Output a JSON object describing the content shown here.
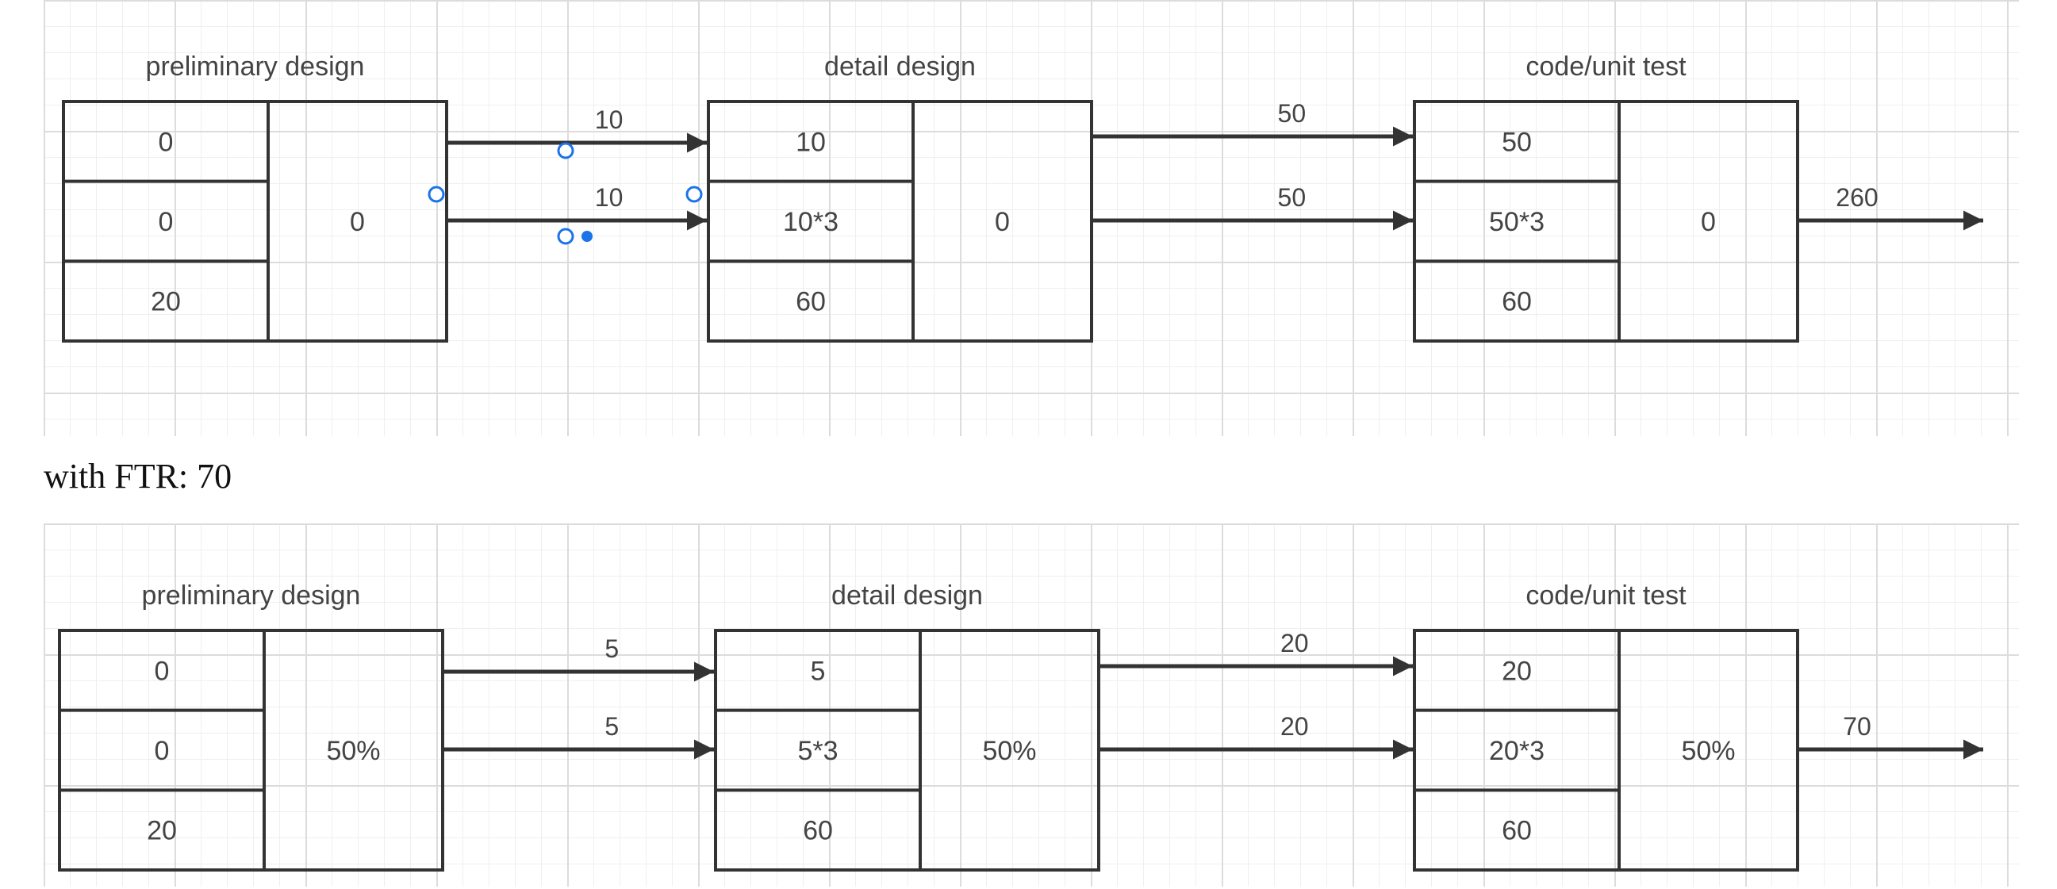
{
  "colors": {
    "stroke": "#333333",
    "text": "#444444",
    "selection": "#1a73e8"
  },
  "diagrams": [
    {
      "stages": [
        {
          "title": "preliminary design",
          "cells": [
            "0",
            "0",
            "20"
          ],
          "side": "0"
        },
        {
          "title": "detail design",
          "cells": [
            "10",
            "10*3",
            "60"
          ],
          "side": "0"
        },
        {
          "title": "code/unit test",
          "cells": [
            "50",
            "50*3",
            "60"
          ],
          "side": "0"
        }
      ],
      "connectors": [
        {
          "top": "10",
          "bottom": "10"
        },
        {
          "top": "50",
          "bottom": "50"
        }
      ],
      "output": "260"
    },
    {
      "stages": [
        {
          "title": "preliminary design",
          "cells": [
            "0",
            "0",
            "20"
          ],
          "side": "50%"
        },
        {
          "title": "detail design",
          "cells": [
            "5",
            "5*3",
            "60"
          ],
          "side": "50%"
        },
        {
          "title": "code/unit test",
          "cells": [
            "20",
            "20*3",
            "60"
          ],
          "side": "50%"
        }
      ],
      "connectors": [
        {
          "top": "5",
          "bottom": "5"
        },
        {
          "top": "20",
          "bottom": "20"
        }
      ],
      "output": "70"
    }
  ],
  "caption": "with FTR: 70"
}
